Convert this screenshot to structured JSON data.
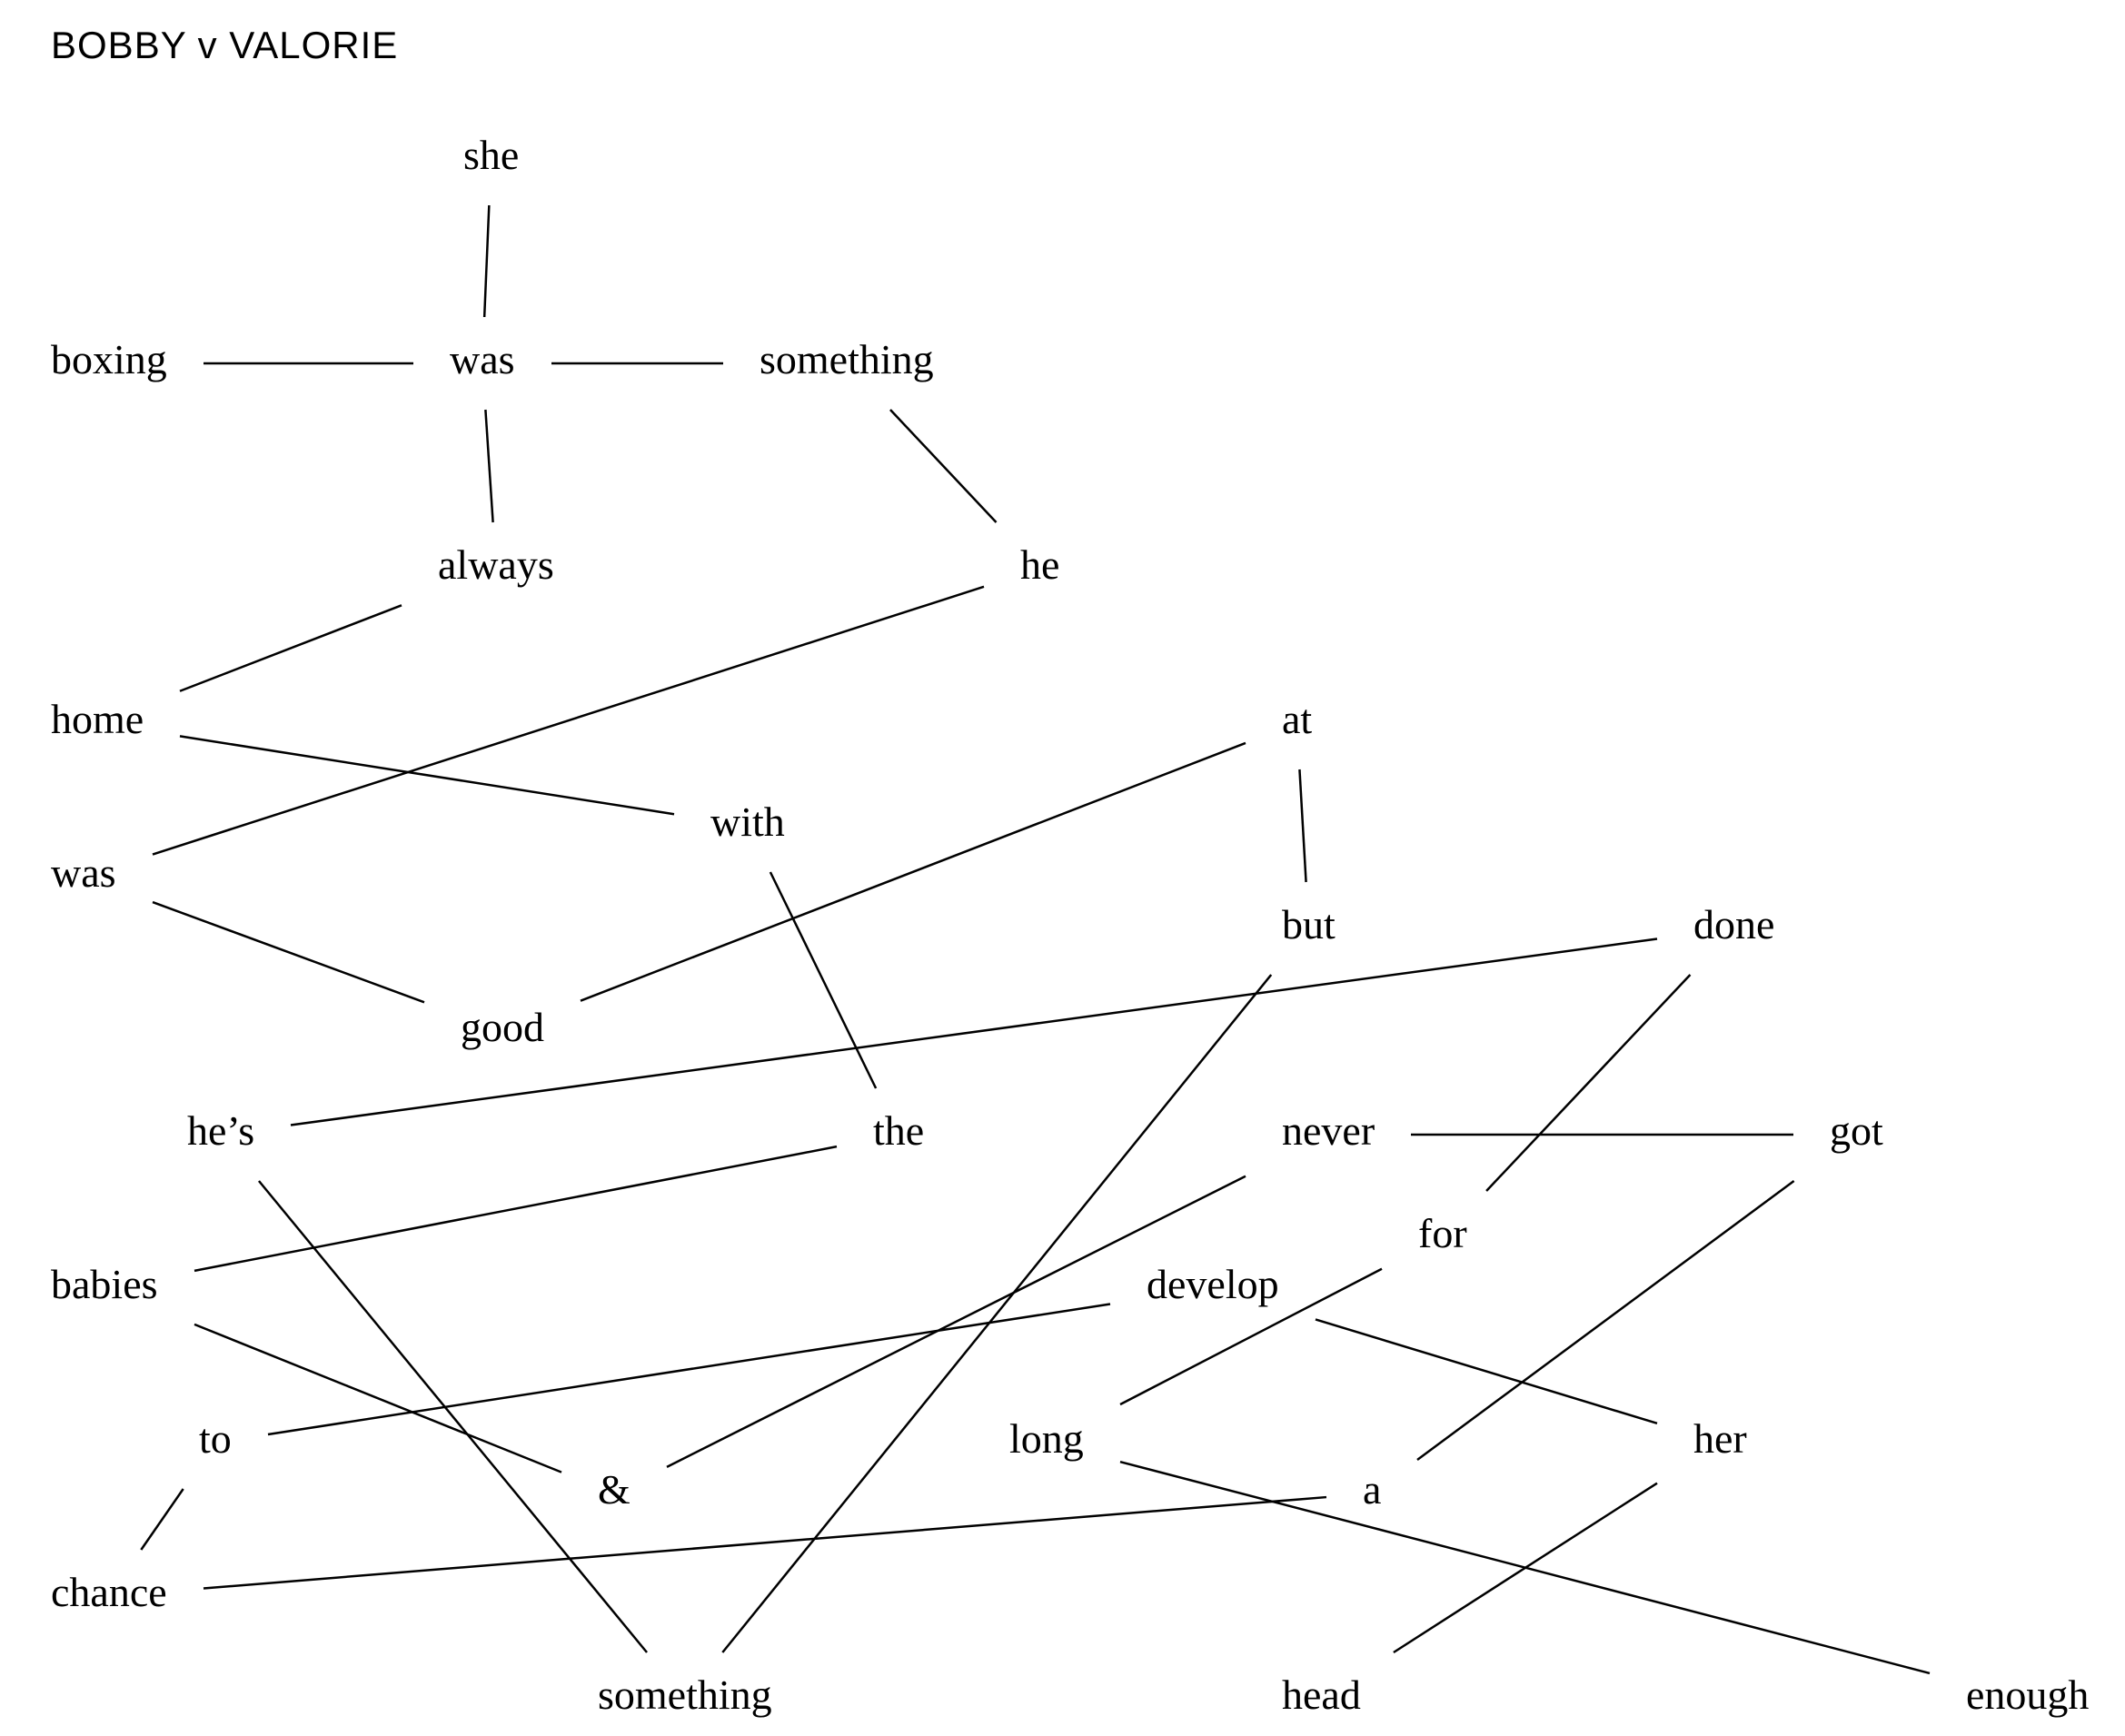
{
  "title": "BOBBY v VALORIE",
  "words": [
    {
      "id": "she",
      "text": "she"
    },
    {
      "id": "was1",
      "text": "was"
    },
    {
      "id": "boxing",
      "text": "boxing"
    },
    {
      "id": "something1",
      "text": "something"
    },
    {
      "id": "always",
      "text": "always"
    },
    {
      "id": "he",
      "text": "he"
    },
    {
      "id": "home",
      "text": "home"
    },
    {
      "id": "at",
      "text": "at"
    },
    {
      "id": "with",
      "text": "with"
    },
    {
      "id": "was2",
      "text": "was"
    },
    {
      "id": "but",
      "text": "but"
    },
    {
      "id": "done",
      "text": "done"
    },
    {
      "id": "good",
      "text": "good"
    },
    {
      "id": "hes",
      "text": "he’s"
    },
    {
      "id": "the",
      "text": "the"
    },
    {
      "id": "never",
      "text": "never"
    },
    {
      "id": "got",
      "text": "got"
    },
    {
      "id": "for",
      "text": "for"
    },
    {
      "id": "babies",
      "text": "babies"
    },
    {
      "id": "develop",
      "text": "develop"
    },
    {
      "id": "to",
      "text": "to"
    },
    {
      "id": "long",
      "text": "long"
    },
    {
      "id": "her",
      "text": "her"
    },
    {
      "id": "amp",
      "text": "&"
    },
    {
      "id": "a",
      "text": "a"
    },
    {
      "id": "chance",
      "text": "chance"
    },
    {
      "id": "something2",
      "text": "something"
    },
    {
      "id": "head",
      "text": "head"
    },
    {
      "id": "enough",
      "text": "enough"
    }
  ],
  "connections": [
    [
      "she",
      "was1"
    ],
    [
      "boxing",
      "was1"
    ],
    [
      "was1",
      "something1"
    ],
    [
      "was1",
      "always"
    ],
    [
      "something1",
      "he"
    ],
    [
      "always",
      "home"
    ],
    [
      "he",
      "was2"
    ],
    [
      "home",
      "with"
    ],
    [
      "at",
      "good"
    ],
    [
      "at",
      "but"
    ],
    [
      "was2",
      "good"
    ],
    [
      "with",
      "the"
    ],
    [
      "but",
      "something2"
    ],
    [
      "done",
      "hes"
    ],
    [
      "done",
      "for"
    ],
    [
      "hes",
      "something2"
    ],
    [
      "the",
      "babies"
    ],
    [
      "never",
      "got"
    ],
    [
      "never",
      "amp"
    ],
    [
      "got",
      "a"
    ],
    [
      "for",
      "long"
    ],
    [
      "babies",
      "amp"
    ],
    [
      "develop",
      "to"
    ],
    [
      "develop",
      "her"
    ],
    [
      "to",
      "chance"
    ],
    [
      "long",
      "enough"
    ],
    [
      "her",
      "head"
    ],
    [
      "a",
      "chance"
    ]
  ]
}
